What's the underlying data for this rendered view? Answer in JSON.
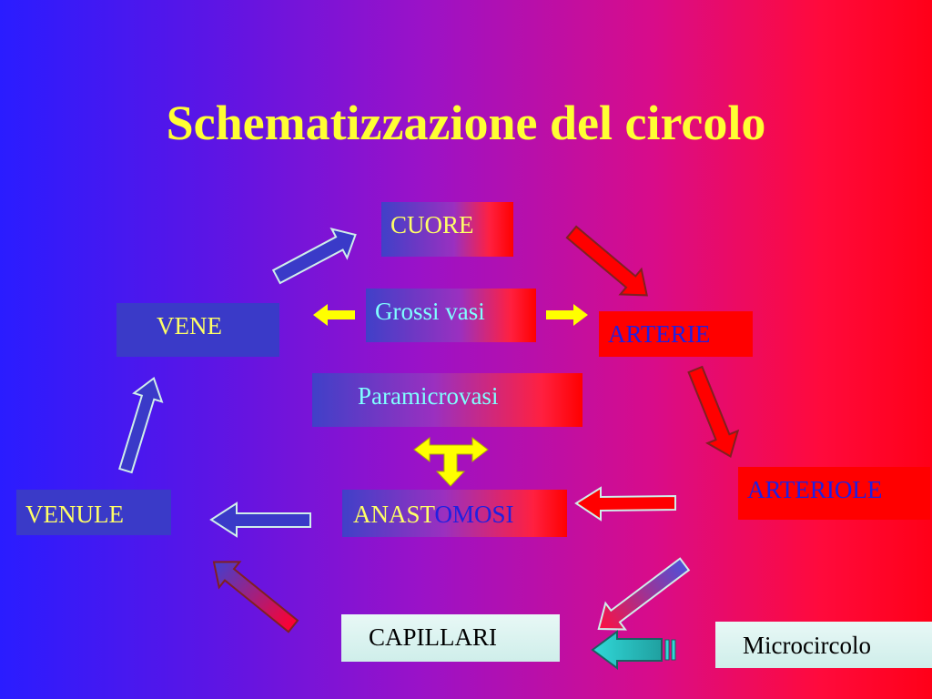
{
  "slide": {
    "title": "Schematizzazione del circolo",
    "boxes": {
      "cuore": "CUORE",
      "vene": "VENE",
      "grossi_vasi": "Grossi vasi",
      "arterie": "ARTERIE",
      "paramicrovasi": "Paramicrovasi",
      "arteriole": "ARTERIOLE",
      "venule": "VENULE",
      "anastomosi_part1": "ANAST",
      "anastomosi_part2": "OMOSI",
      "capillari": "CAPILLARI",
      "microcircolo": "Microcircolo"
    },
    "colors": {
      "title": "#ffff33",
      "arrow_red": "#ff0000",
      "arrow_blue": "#3a3ac8",
      "arrow_yellow": "#ffff00",
      "arrow_cyan": "#40e0e0"
    }
  }
}
